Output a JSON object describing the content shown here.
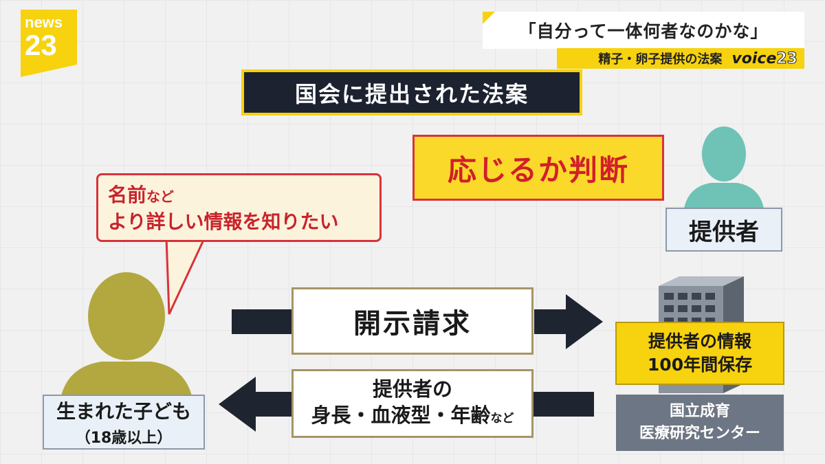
{
  "header": {
    "logo_top": "news",
    "logo_bottom": "23",
    "quote": "「自分って一体何者なのかな」",
    "subtitle": "精子・卵子提供の法案",
    "voice_word": "voice",
    "voice_number": "23"
  },
  "heading": "国会に提出された法案",
  "judgement": "応じるか判断",
  "bubble": {
    "line1_main": "名前",
    "line1_small": "など",
    "line2": "より詳しい情報を知りたい"
  },
  "donor": {
    "label": "提供者"
  },
  "child": {
    "label_line1": "生まれた子ども",
    "label_line2": "（18歳以上）"
  },
  "request": {
    "label": "開示請求"
  },
  "response": {
    "line1": "提供者の",
    "line2_main": "身長・血液型・年齢",
    "line2_small": "など"
  },
  "info": {
    "line1": "提供者の情報",
    "line2": "100年間保存"
  },
  "center": {
    "line1": "国立成育",
    "line2": "医療研究センター"
  },
  "colors": {
    "accent_yellow": "#f7d20e",
    "heading_navy": "#1c2230",
    "alert_red": "#d8323a",
    "child_figure": "#b3a83f",
    "donor_figure": "#6fc2b6",
    "arrow": "#1f2530"
  }
}
